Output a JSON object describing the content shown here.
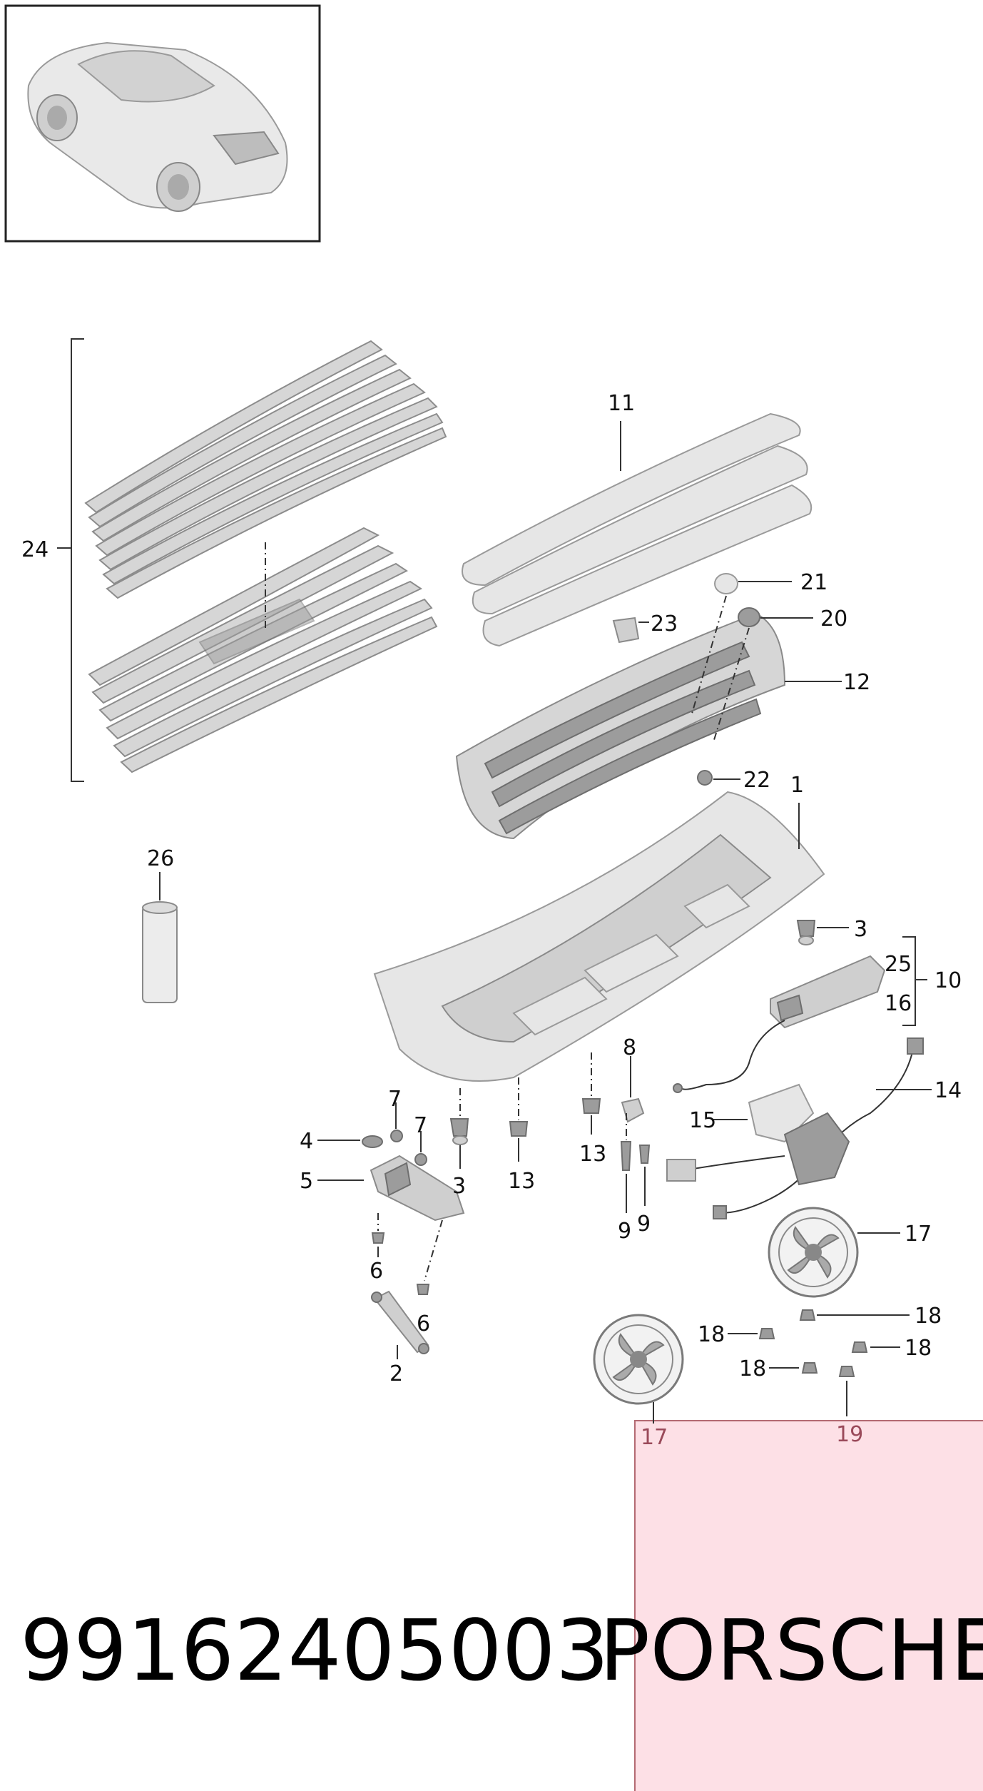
{
  "diagram": {
    "callouts": {
      "c1": "1",
      "c2": "2",
      "c3a": "3",
      "c3b": "3",
      "c4": "4",
      "c5": "5",
      "c6a": "6",
      "c6b": "6",
      "c7a": "7",
      "c7b": "7",
      "c8": "8",
      "c9a": "9",
      "c9b": "9",
      "c10": "10",
      "c11": "11",
      "c12": "12",
      "c13a": "13",
      "c13b": "13",
      "c14": "14",
      "c15": "15",
      "c16": "16",
      "c17a": "17",
      "c17b": "17",
      "c18a": "18",
      "c18b": "18",
      "c18c": "18",
      "c18d": "18",
      "c19": "19",
      "c20": "20",
      "c21": "21",
      "c22": "22",
      "c23": "23",
      "c24": "24",
      "c25": "25",
      "c26": "26"
    }
  },
  "footer": {
    "part_number": "99162405003",
    "brand": "PORSCHE"
  },
  "colors": {
    "panel_pink": "#fde0e6",
    "panel_border": "#b36a72"
  }
}
